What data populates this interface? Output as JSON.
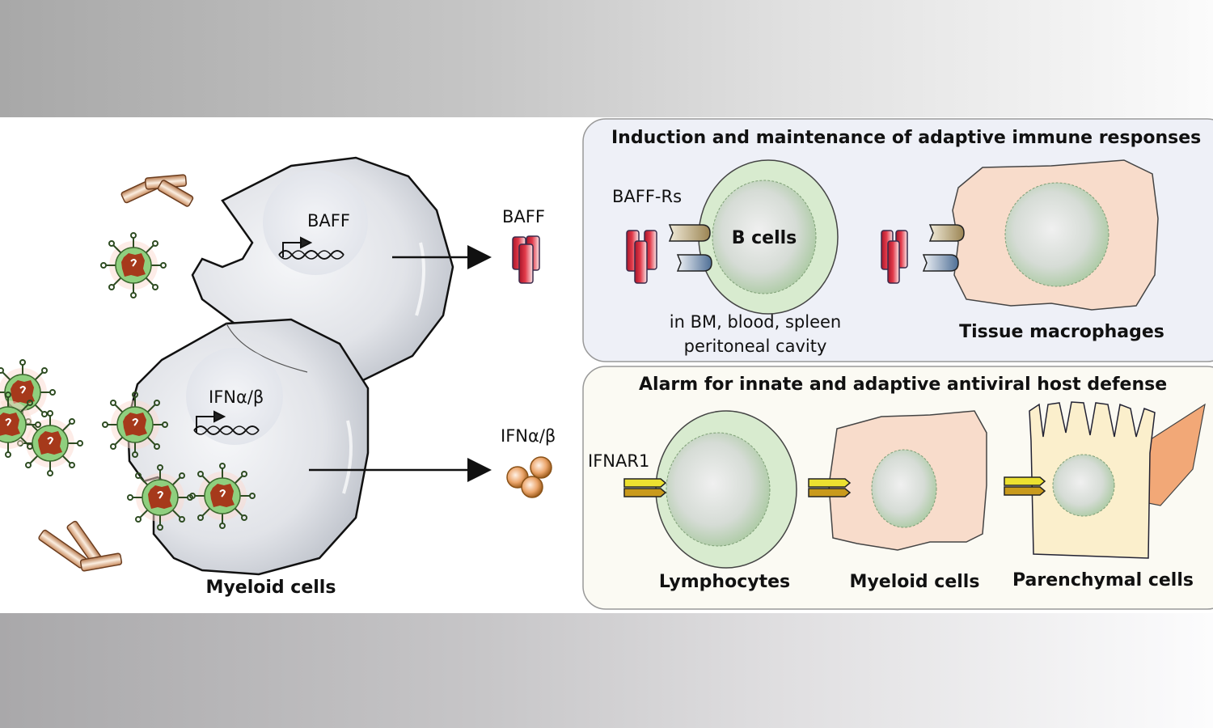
{
  "figure": {
    "left_panel": {
      "cell_label": "Myeloid cells",
      "upper_cell_gene": "BAFF",
      "lower_cell_gene": "IFNα/β",
      "baff_product_label": "BAFF",
      "ifn_product_label": "IFNα/β"
    },
    "top_box": {
      "title": "Induction and maintenance of adaptive immune responses",
      "receptor_label": "BAFF-Rs",
      "b_cell_label": "B cells",
      "b_cell_location_line1": "in BM, blood, spleen",
      "b_cell_location_line2": "peritoneal cavity",
      "macrophage_label": "Tissue macrophages"
    },
    "bottom_box": {
      "title": "Alarm for innate and adaptive antiviral host defense",
      "receptor_label": "IFNAR1",
      "cells": [
        "Lymphocytes",
        "Myeloid cells",
        "Parenchymal cells"
      ]
    },
    "colors": {
      "top_box_bg": "#eef0f7",
      "bottom_box_bg": "#fbfaf3",
      "myeloid_cell": "#d5d8de",
      "lymphocyte": "#d8ebcf",
      "macrophage": "#f8dccb",
      "parenchymal": "#fbefcc",
      "baff_trimer": "#d8283a",
      "ifn_ball": "#e9a266",
      "ifnar": "#e9d61c",
      "virus_envelope": "#8fcf7e",
      "virus_core": "#a6391b"
    }
  }
}
